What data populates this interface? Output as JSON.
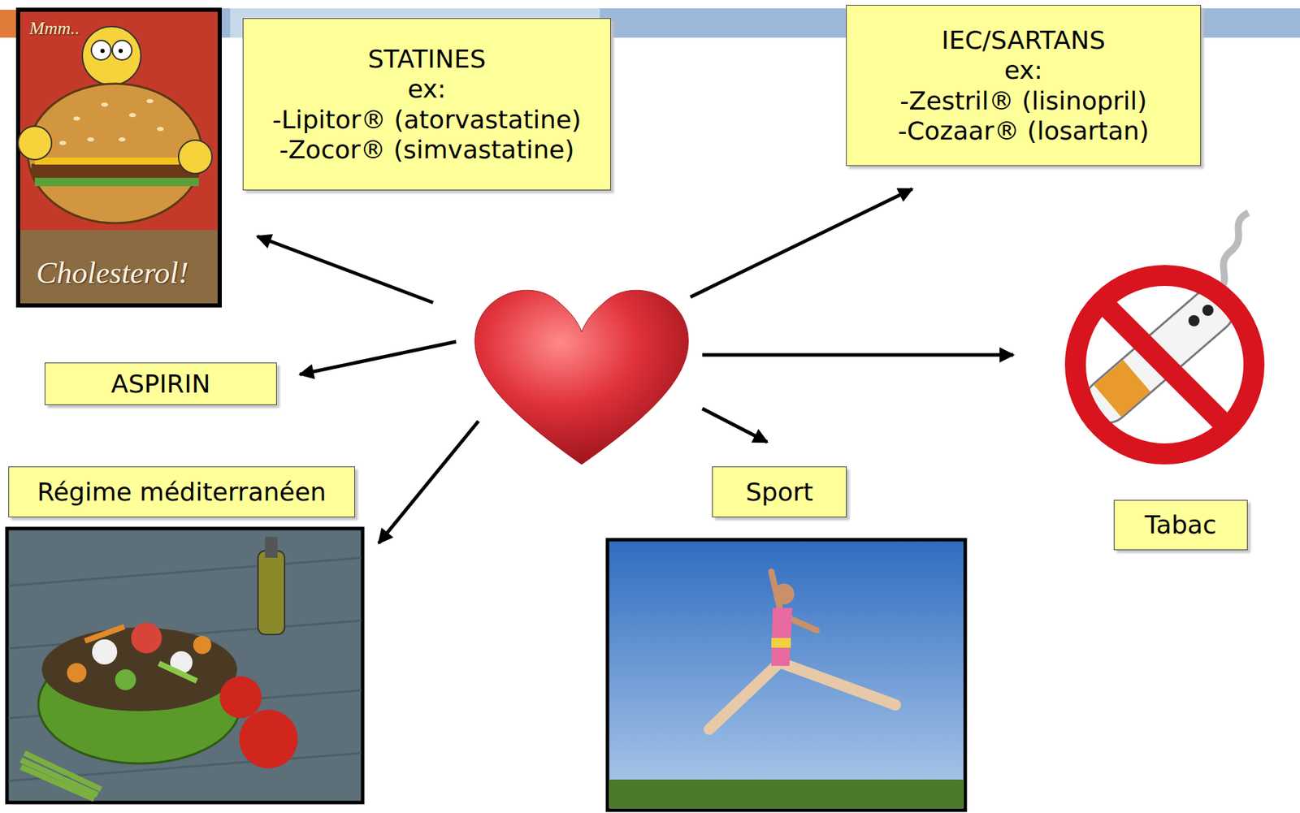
{
  "diagram": {
    "nodes": [
      {
        "text": [
          "STATINES",
          "ex:",
          "-Lipitor® (atorvastatine)",
          "-Zocor® (simvastatine)"
        ]
      },
      {
        "text": [
          "IEC/SARTANS",
          "ex:",
          "-Zestril® (lisinopril)",
          "-Cozaar® (losartan)"
        ]
      },
      {
        "text": [
          "ASPIRIN"
        ]
      },
      {
        "text": [
          "Régime méditerranéen"
        ]
      },
      {
        "text": [
          "Sport"
        ]
      },
      {
        "text": [
          "Tabac"
        ]
      }
    ],
    "labels": [
      "Mmm..",
      "Cholesterol!"
    ]
  }
}
